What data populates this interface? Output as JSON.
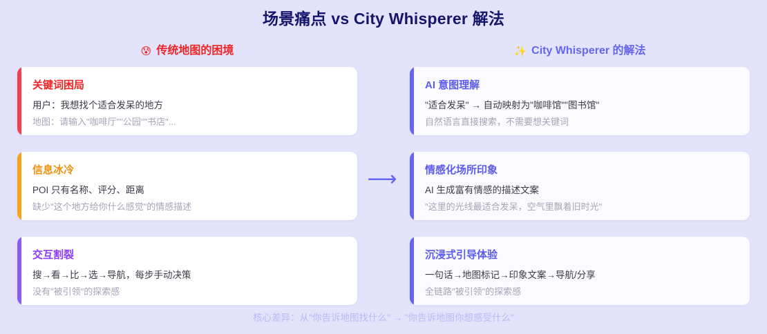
{
  "page": {
    "title": "场景痛点 vs City Whisperer 解法",
    "background_color": "#e3e3fb",
    "title_color": "#15156b"
  },
  "columns": {
    "left": {
      "icon": "anxious-face-with-sweat-emoji",
      "icon_glyph": "😰",
      "header": "传统地图的困境",
      "header_color": "#ef2424",
      "cards": [
        {
          "accent_color": "#f43f4f",
          "title": "关键词困局",
          "title_color": "#ef2424",
          "line1": "用户：我想找个适合发呆的地方",
          "line2": "地图：请输入\"咖啡厅\"\"公园\"\"书店\"..."
        },
        {
          "accent_color": "#f5a31a",
          "title": "信息冰冷",
          "title_color": "#ed9211",
          "line1": "POI 只有名称、评分、距离",
          "line2": "缺少\"这个地方给你什么感觉\"的情感描述"
        },
        {
          "accent_color": "#8b5cf6",
          "title": "交互割裂",
          "title_color": "#8b3cf6",
          "line1": "搜→看→比→选→导航，每步手动决策",
          "line2": "没有\"被引领\"的探索感"
        }
      ]
    },
    "right": {
      "icon": "sparkles-emoji",
      "icon_glyph": "✨",
      "header": "City Whisperer 的解法",
      "header_color": "#6366f1",
      "cards": [
        {
          "accent_color": "#6366f1",
          "title": "AI 意图理解",
          "title_color": "#5b5bef",
          "line1": "\"适合发呆\" → 自动映射为\"咖啡馆\"\"图书馆\"",
          "line2": "自然语言直接搜索，不需要想关键词"
        },
        {
          "accent_color": "#6366f1",
          "title": "情感化场所印象",
          "title_color": "#5b5bef",
          "line1": "AI 生成富有情感的描述文案",
          "line2": "\"这里的光线最适合发呆，空气里飘着旧时光\""
        },
        {
          "accent_color": "#6366f1",
          "title": "沉浸式引导体验",
          "title_color": "#5b5bef",
          "line1": "一句话→地图标记→印象文案→导航/分享",
          "line2": "全链路\"被引领\"的探索感"
        }
      ]
    }
  },
  "center": {
    "arrow_glyph": "⟶",
    "arrow_color": "#6366f1"
  },
  "footer": {
    "note": "核心差异：从\"你告诉地图找什么\" → \"你告诉地图你想感受什么\"",
    "color": "#b6bcf5"
  }
}
